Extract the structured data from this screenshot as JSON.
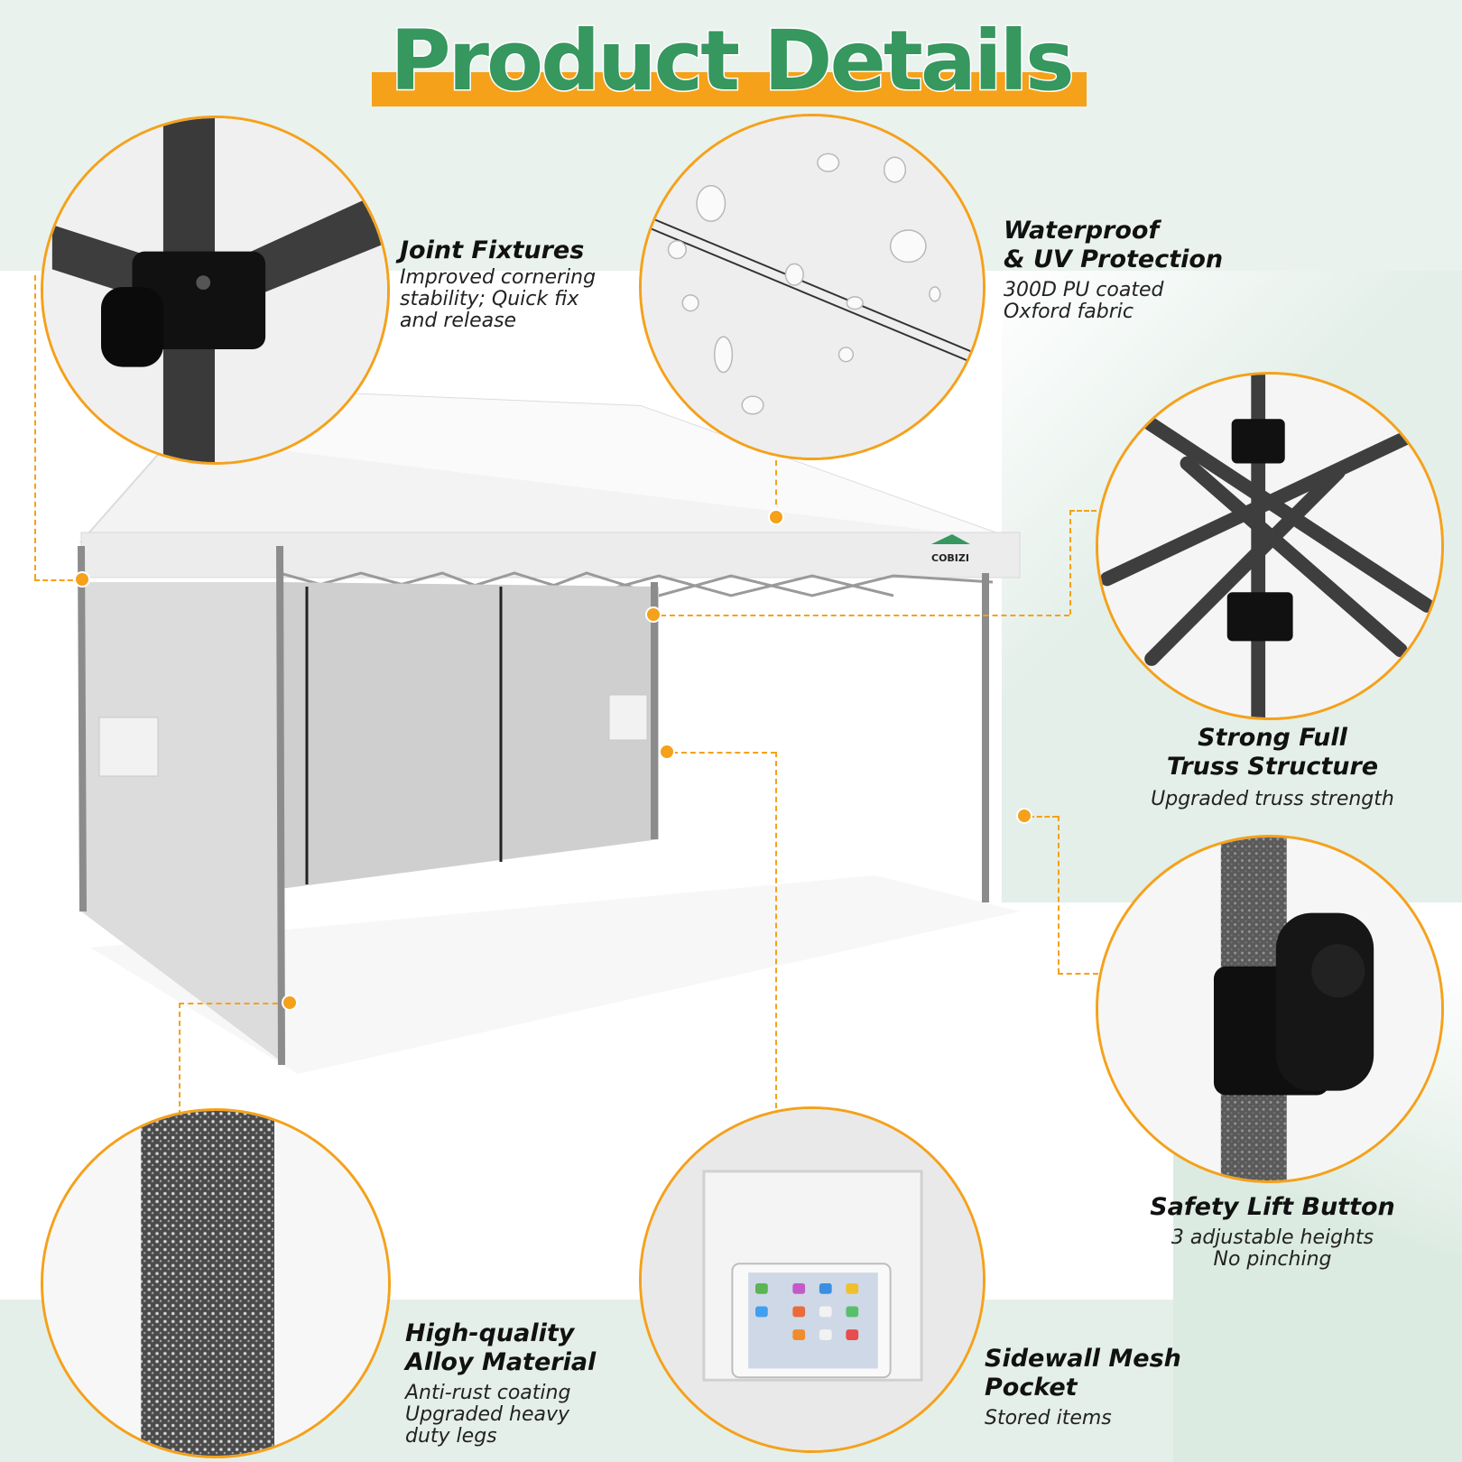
{
  "title": "Product Details",
  "colors": {
    "accent": "#f5a11a",
    "title_green": "#36975f",
    "background_tint": "#e4efe9"
  },
  "brand": "COBIZI",
  "features": {
    "joint": {
      "title": "Joint Fixtures",
      "desc": "Improved cornering\nstability; Quick fix\nand release",
      "icon": "joint-fixture-closeup"
    },
    "waterproof": {
      "title": "Waterproof\n& UV Protection",
      "desc": "300D PU coated\nOxford fabric",
      "icon": "water-droplets-closeup"
    },
    "truss": {
      "title": "Strong Full\nTruss Structure",
      "desc": "Upgraded truss strength",
      "icon": "truss-frame-closeup"
    },
    "lift": {
      "title": "Safety Lift Button",
      "desc": "3 adjustable heights\nNo pinching",
      "icon": "lift-button-closeup"
    },
    "alloy": {
      "title": "High-quality\nAlloy Material",
      "desc": "Anti-rust coating\nUpgraded heavy\nduty legs",
      "icon": "alloy-leg-closeup"
    },
    "pocket": {
      "title": "Sidewall Mesh\nPocket",
      "desc": "Stored items",
      "icon": "mesh-pocket-closeup"
    }
  }
}
